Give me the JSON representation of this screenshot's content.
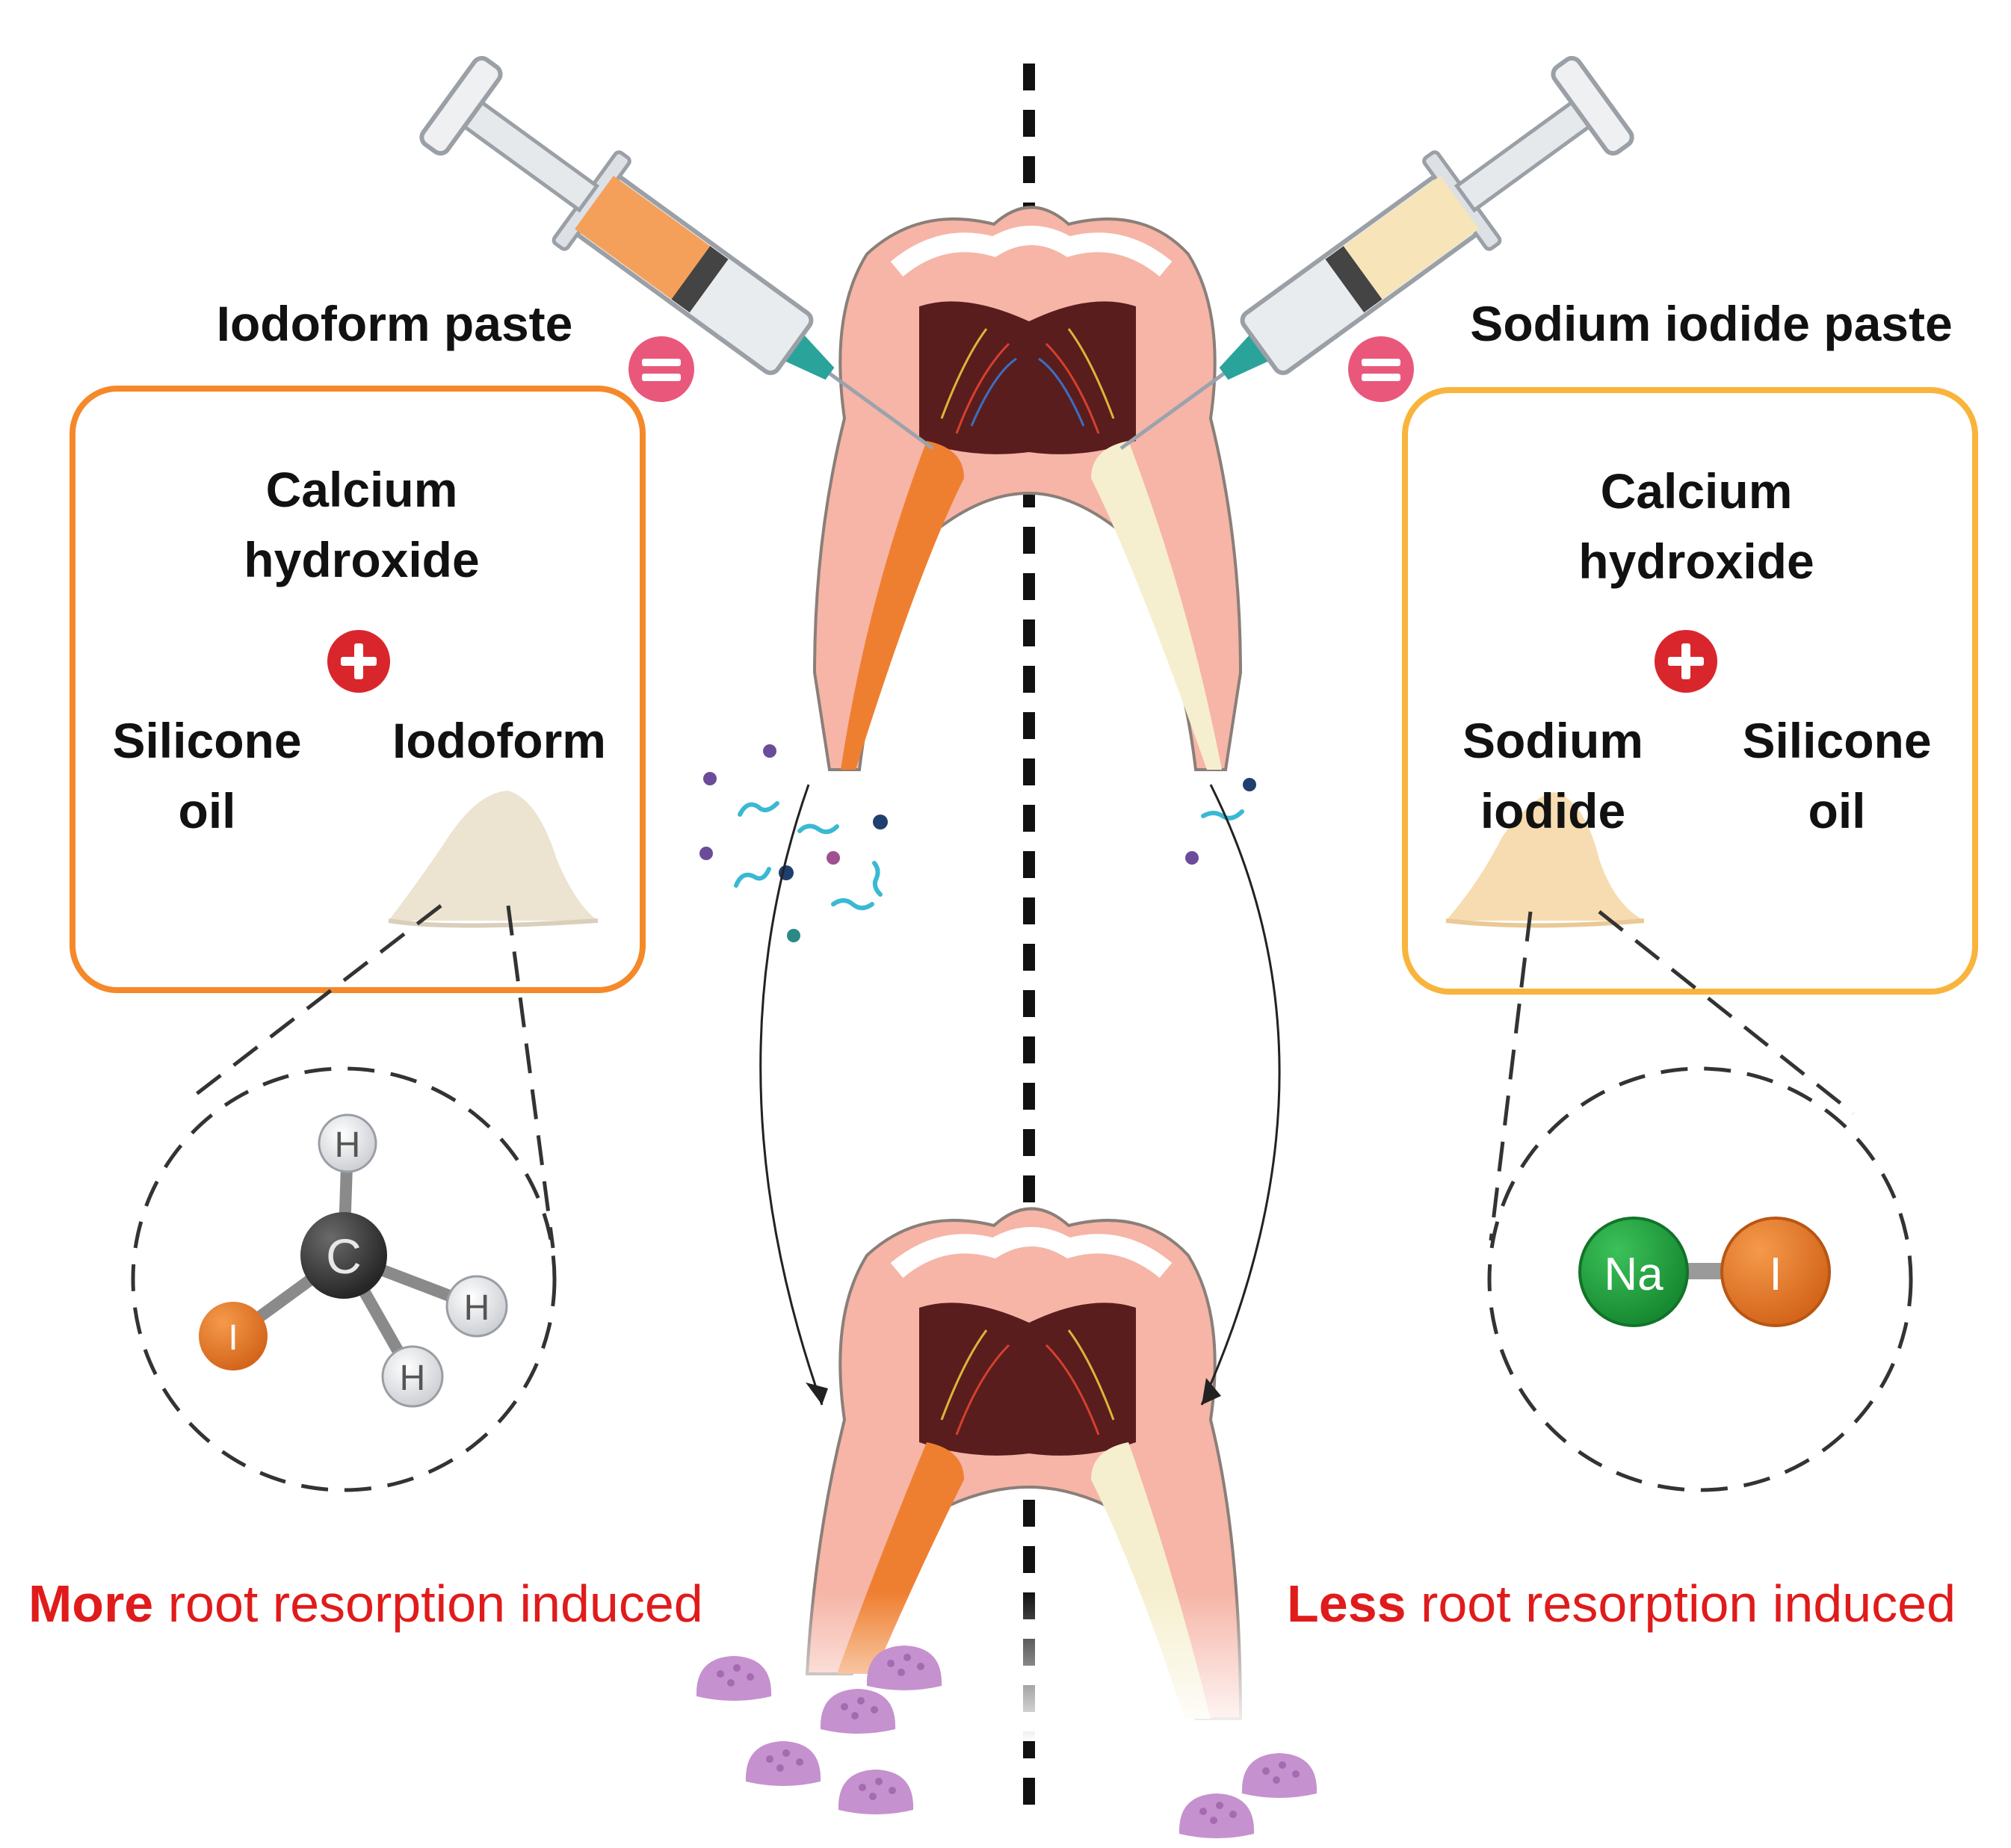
{
  "left": {
    "title": "Iodoform paste",
    "ingredient_top_line1": "Calcium",
    "ingredient_top_line2": "hydroxide",
    "ingredient_a_line1": "Silicone",
    "ingredient_a_line2": "oil",
    "ingredient_b": "Iodoform",
    "molecule": {
      "center": "C",
      "h1": "H",
      "h2": "H",
      "h3": "H",
      "halogen": "I"
    },
    "outcome_emphasis": "More",
    "outcome_rest": " root resorption induced",
    "paste_color": "#f08a3c",
    "box_color": "#f5892a"
  },
  "right": {
    "title": "Sodium iodide paste",
    "ingredient_top_line1": "Calcium",
    "ingredient_top_line2": "hydroxide",
    "ingredient_a_line1": "Sodium",
    "ingredient_a_line2": "iodide",
    "ingredient_b_line1": "Silicone",
    "ingredient_b_line2": "oil",
    "molecule": {
      "cation": "Na",
      "anion": "I"
    },
    "outcome_emphasis": "Less",
    "outcome_rest": " root resorption induced",
    "paste_color": "#f7e4b8",
    "box_color": "#f9b43c"
  },
  "colors": {
    "outcome_red": "#e01b1b",
    "equals_badge": "#e9587a",
    "plus_badge": "#d9262c",
    "sodium_green": "#1f9a3a",
    "iodine_orange": "#e07a2a",
    "carbon_gray": "#3a3a3a",
    "osteoclast_purple": "#c691cf"
  },
  "icons": [
    "syringe-icon",
    "equals-icon",
    "plus-icon",
    "tooth-icon",
    "powder-pile-icon",
    "osteoclast-icon",
    "bacteria-icon"
  ]
}
